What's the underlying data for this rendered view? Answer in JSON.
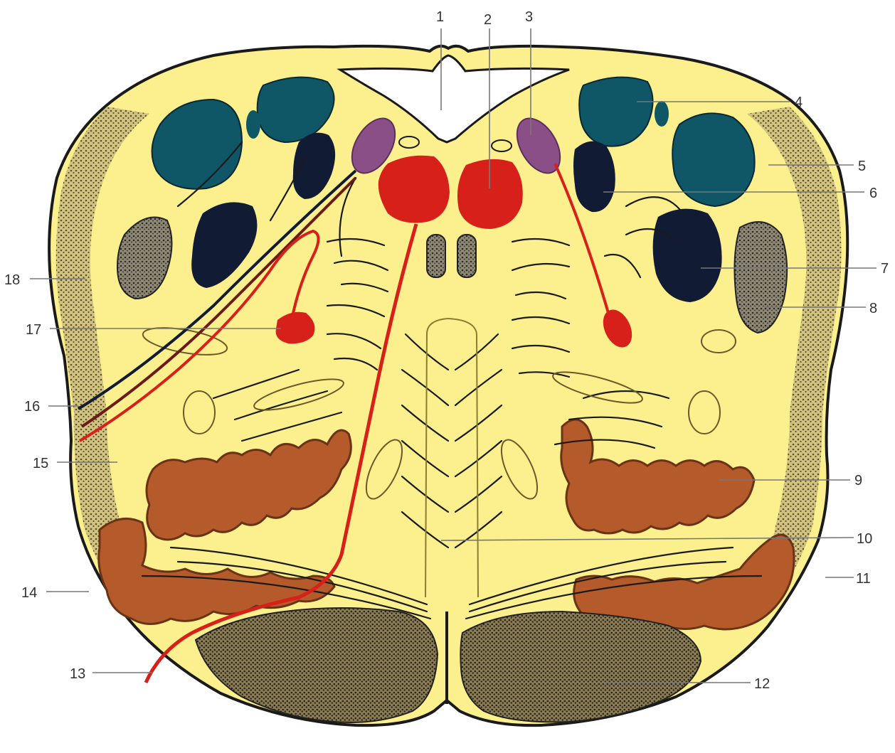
{
  "labels": [
    {
      "id": "1",
      "text": "1"
    },
    {
      "id": "2",
      "text": "2"
    },
    {
      "id": "3",
      "text": "3"
    },
    {
      "id": "4",
      "text": "4"
    },
    {
      "id": "5",
      "text": "5"
    },
    {
      "id": "6",
      "text": "6"
    },
    {
      "id": "7",
      "text": "7"
    },
    {
      "id": "8",
      "text": "8"
    },
    {
      "id": "9",
      "text": "9"
    },
    {
      "id": "10",
      "text": "10"
    },
    {
      "id": "11",
      "text": "11"
    },
    {
      "id": "12",
      "text": "12"
    },
    {
      "id": "13",
      "text": "13"
    },
    {
      "id": "14",
      "text": "14"
    },
    {
      "id": "15",
      "text": "15"
    },
    {
      "id": "16",
      "text": "16"
    },
    {
      "id": "17",
      "text": "17"
    },
    {
      "id": "18",
      "text": "18"
    }
  ],
  "colors": {
    "background": "#ffffff",
    "tissue": "#fbf08d",
    "outline": "#1a1a1a",
    "dark_blue": "#0f5766",
    "navy": "#111b33",
    "red": "#d8201b",
    "violet": "#8a4f86",
    "olive_nucleus": "#8d8360",
    "orange_olive": "#b55a2b",
    "label_text": "#333333"
  }
}
